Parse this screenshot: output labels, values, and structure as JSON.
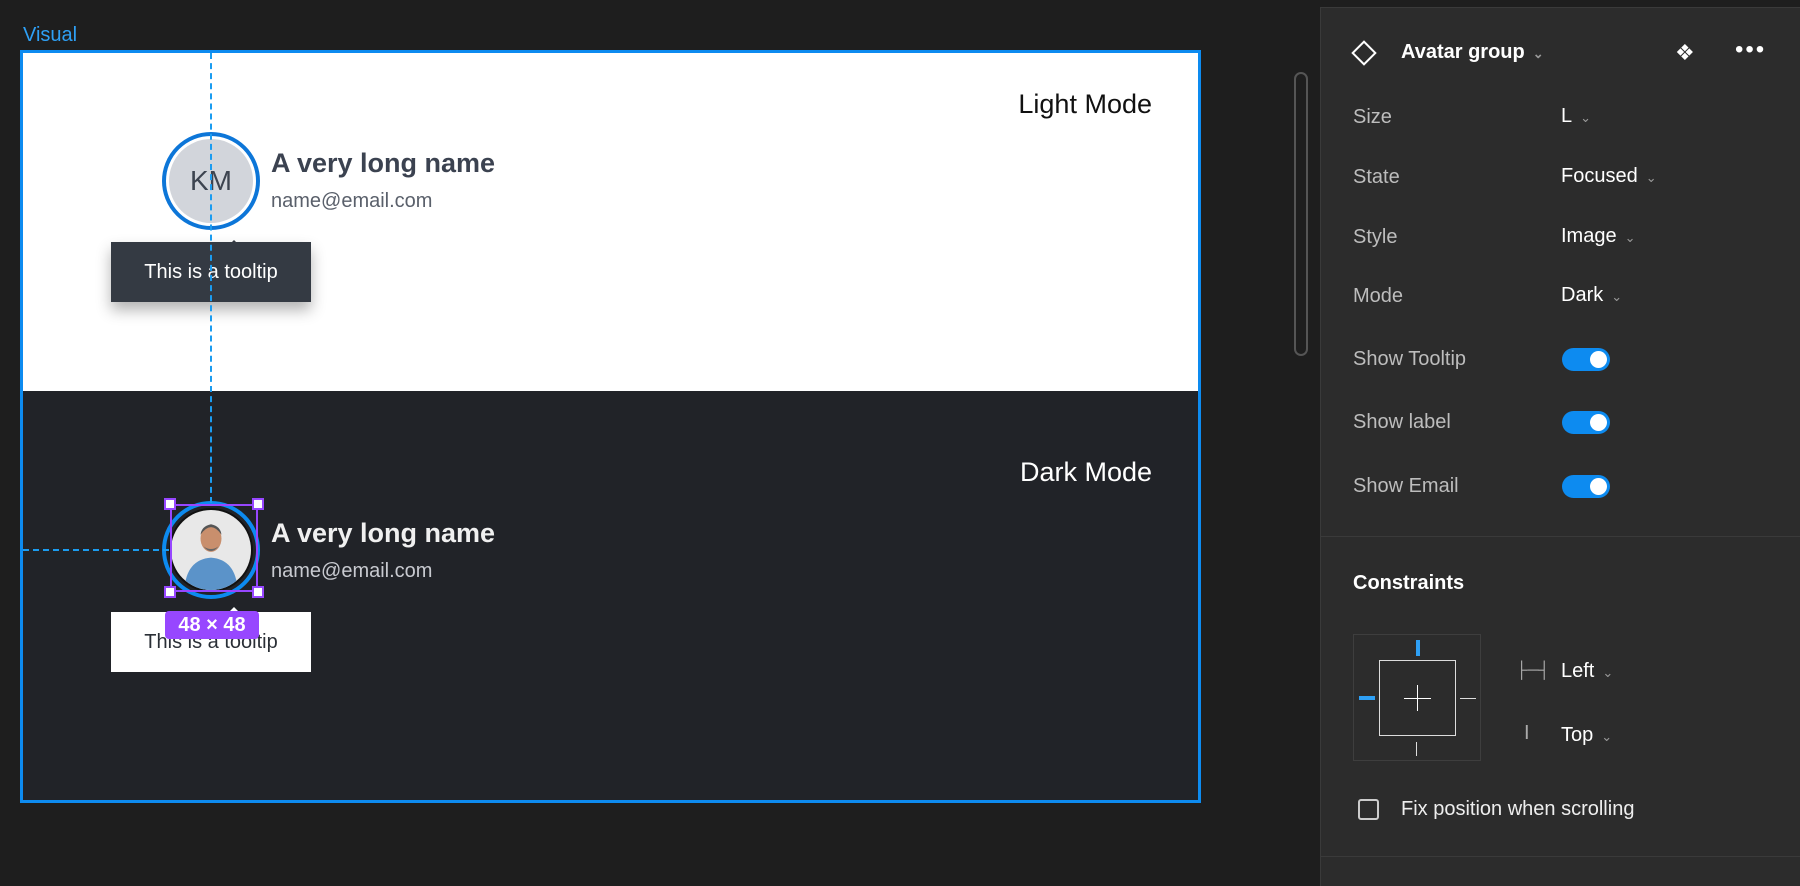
{
  "canvas": {
    "frame_label": "Visual",
    "light": {
      "mode_label": "Light Mode",
      "initials": "KM",
      "name": "A very long name",
      "email": "name@email.com",
      "tooltip": "This is a tooltip"
    },
    "dark": {
      "mode_label": "Dark Mode",
      "name": "A very long name",
      "email": "name@email.com",
      "tooltip": "This is a tooltip",
      "size_badge": "48 × 48"
    }
  },
  "panel": {
    "title": "Avatar group",
    "props": [
      {
        "label": "Size",
        "value": "L"
      },
      {
        "label": "State",
        "value": "Focused"
      },
      {
        "label": "Style",
        "value": "Image"
      },
      {
        "label": "Mode",
        "value": "Dark"
      }
    ],
    "toggles": [
      {
        "label": "Show Tooltip",
        "on": true
      },
      {
        "label": "Show label",
        "on": true
      },
      {
        "label": "Show Email",
        "on": true
      }
    ],
    "constraints": {
      "heading": "Constraints",
      "horizontal": "Left",
      "vertical": "Top",
      "fix_label": "Fix position when scrolling",
      "fix_checked": false
    }
  },
  "colors": {
    "accent": "#0d8bf0",
    "selection": "#9747ff"
  }
}
